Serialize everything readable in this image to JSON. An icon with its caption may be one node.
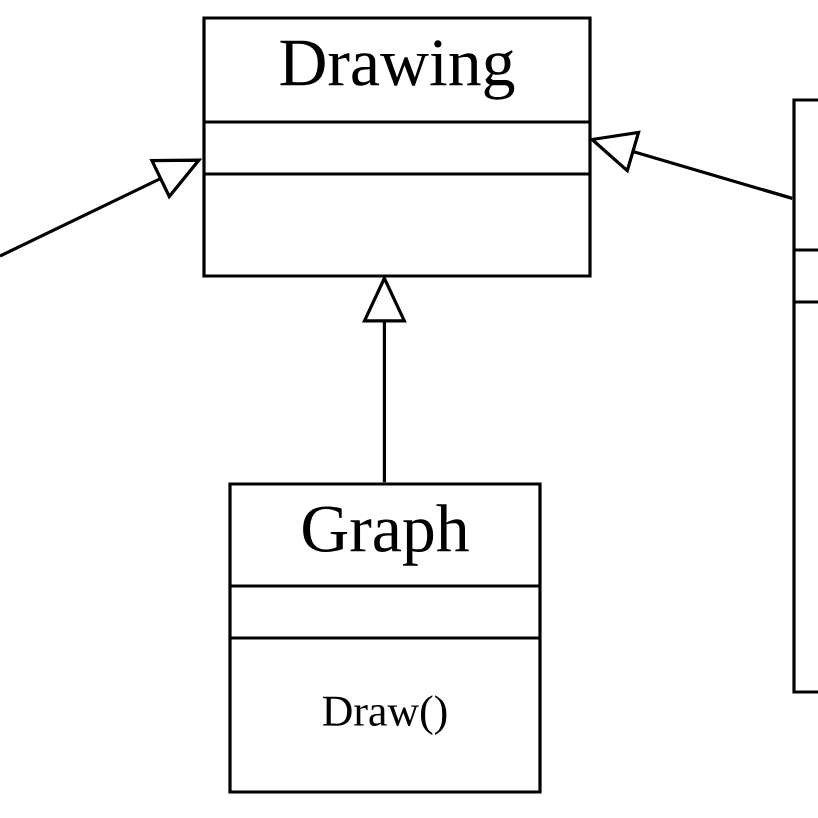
{
  "diagram": {
    "nodes": [
      {
        "text": [
          "Drawing"
        ]
      },
      {
        "text": [
          "Graph",
          "Draw()"
        ]
      },
      {
        "text": [],
        "shape": "box"
      }
    ],
    "edges": [
      {
        "from": null,
        "to": 0,
        "arrow": "to"
      },
      {
        "from": 1,
        "to": 0,
        "arrow": "to"
      },
      {
        "from": 2,
        "to": 0,
        "arrow": "to"
      }
    ]
  }
}
